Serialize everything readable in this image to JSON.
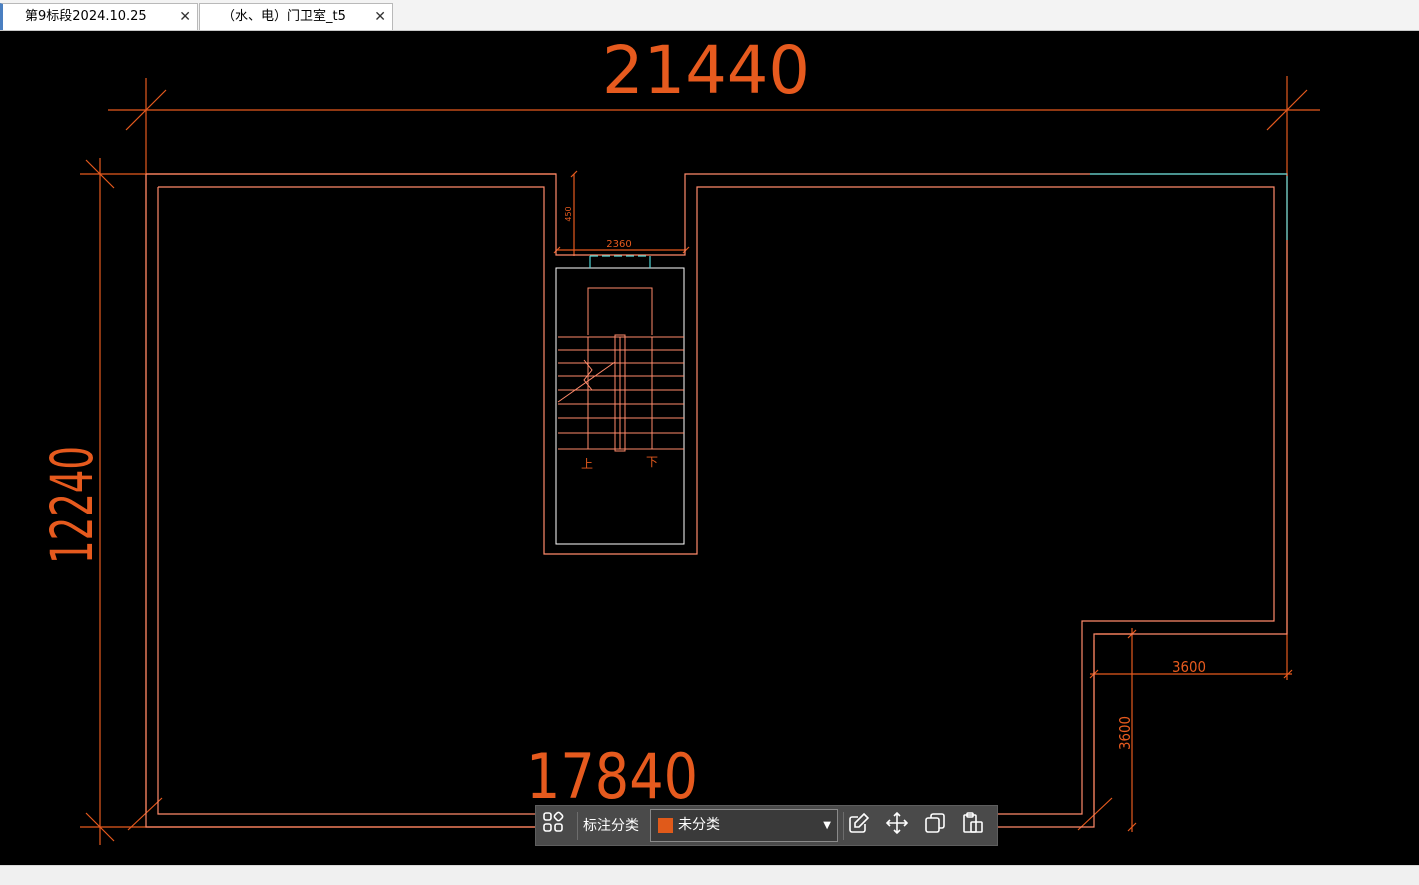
{
  "tabs": [
    {
      "label": "第9标段2024.10.25",
      "close": "✕",
      "active": true
    },
    {
      "label": "（水、电）门卫室_t5",
      "close": "✕",
      "active": false
    }
  ],
  "drawing": {
    "dim_top": "21440",
    "dim_left": "12240",
    "dim_bottom": "17840",
    "dim_right_horizontal": "3600",
    "dim_right_vertical": "3600",
    "dim_stair_width": "2360",
    "dim_stair_small": "450",
    "stair_up": "上",
    "stair_down": "下"
  },
  "toolbar": {
    "category_label": "标注分类",
    "category_value": "未分类",
    "category_color": "#e05a1a",
    "icons": [
      "grid-icon",
      "edit-icon",
      "move-icon",
      "copy-icon",
      "paste-icon"
    ]
  },
  "colors": {
    "canvas_bg": "#000000",
    "dim_color": "#e65a1e",
    "wall_color": "#ff8a6a",
    "cyan": "#4fd6d6"
  }
}
